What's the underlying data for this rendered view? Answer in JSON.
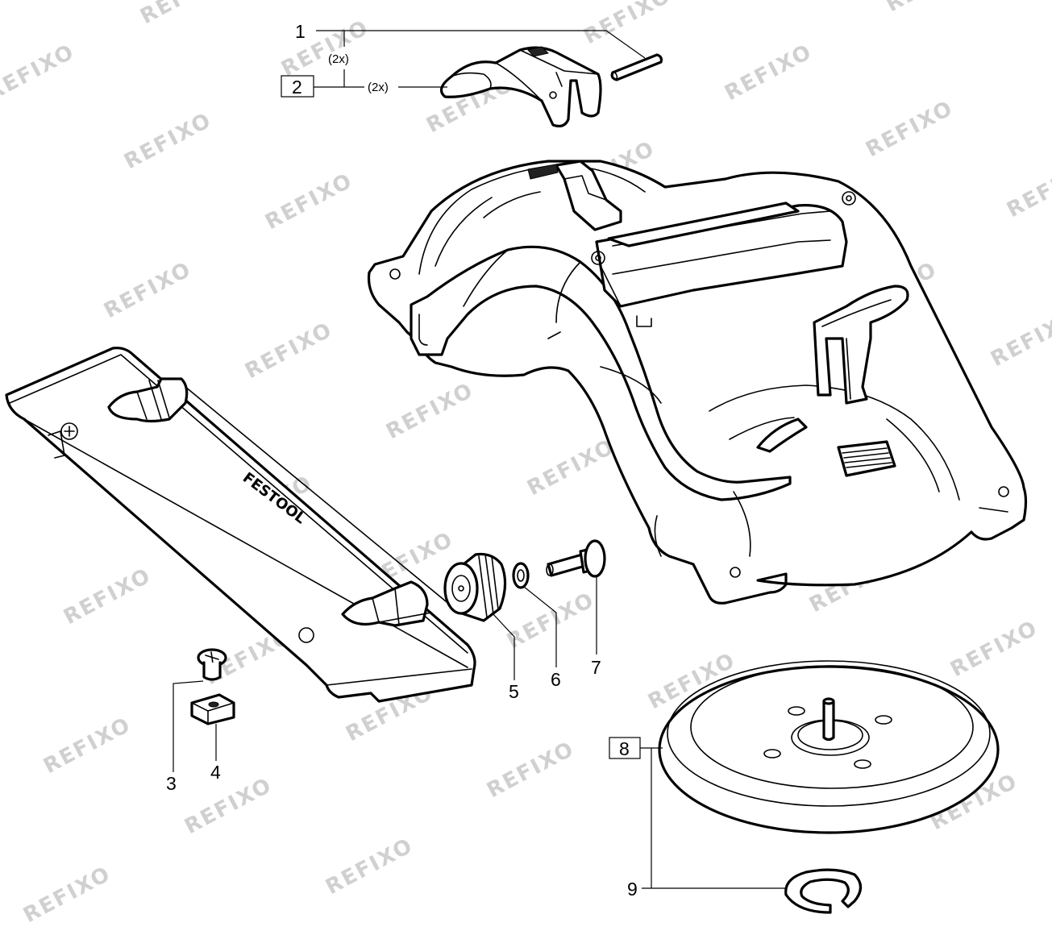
{
  "watermark": "REFIXO",
  "multiplier_label": "(2x)",
  "brand_mark": "FESTOOL",
  "callouts": {
    "c1": "1",
    "c2": "2",
    "c3": "3",
    "c4": "4",
    "c5": "5",
    "c6": "6",
    "c7": "7",
    "c8": "8",
    "c9": "9"
  },
  "colors": {
    "line": "#000000",
    "background": "#ffffff",
    "watermark": "#d0d0d0"
  }
}
